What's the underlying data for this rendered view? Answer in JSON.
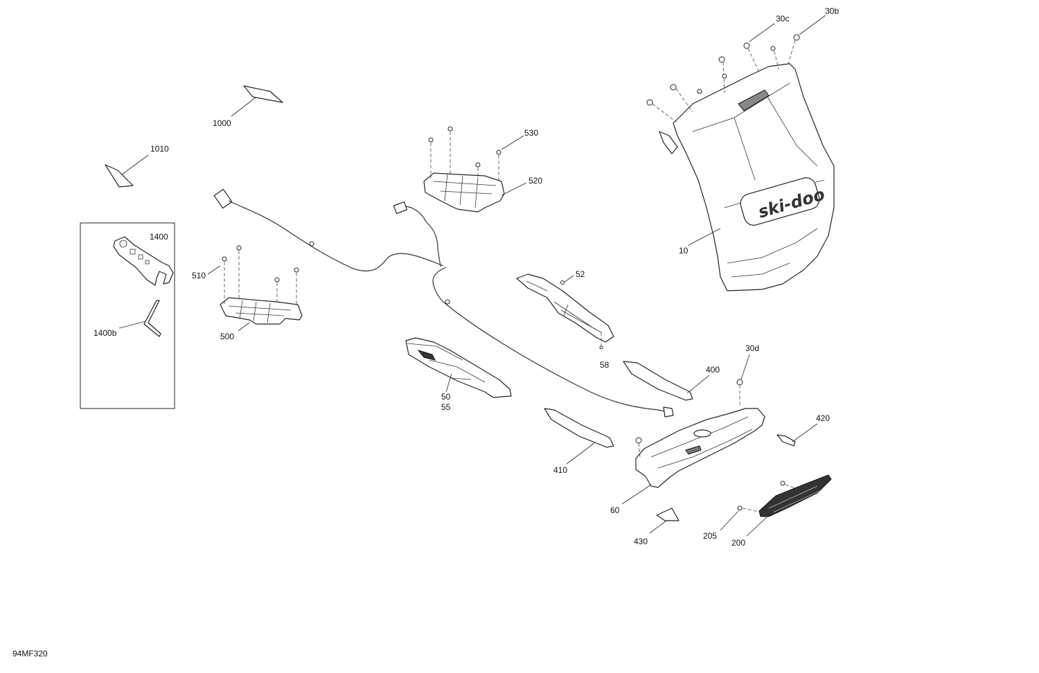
{
  "diagram_code": "94MF320",
  "labels": {
    "p10": "10",
    "p30b": "30b",
    "p30c": "30c",
    "p30d": "30d",
    "p50": "50",
    "p55": "55",
    "p52": "52",
    "p58": "58",
    "p60": "60",
    "p200": "200",
    "p205": "205",
    "p400": "400",
    "p410": "410",
    "p420": "420",
    "p430": "430",
    "p500": "500",
    "p510": "510",
    "p520": "520",
    "p530": "530",
    "p1000": "1000",
    "p1010": "1010",
    "p1400": "1400",
    "p1400b": "1400b"
  },
  "brand_logo": "ski-doo"
}
